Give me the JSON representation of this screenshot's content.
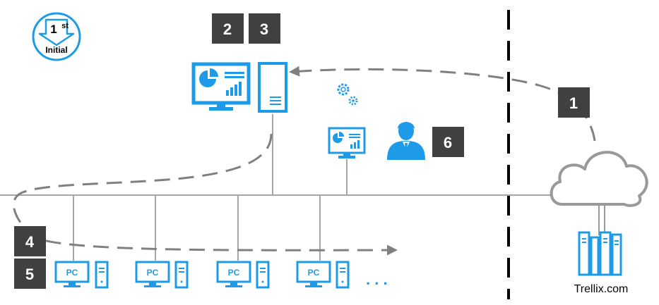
{
  "badge": {
    "number": "1",
    "superscript": "st",
    "label": "Initial"
  },
  "steps": {
    "s1": "1",
    "s2": "2",
    "s3": "3",
    "s4": "4",
    "s5": "5",
    "s6": "6"
  },
  "pc_label": "PC",
  "ellipsis": ". . .",
  "cloud_caption": "Trellix.com",
  "colors": {
    "blue": "#1e9be8",
    "dark_box": "#404040",
    "arrow_gray": "#808080",
    "line_gray": "#a6a6a6"
  },
  "icons": [
    "monitor-chart-icon",
    "server-tower-icon",
    "gears-icon",
    "user-icon",
    "cloud-icon",
    "server-rack-icon",
    "pc-icon"
  ]
}
